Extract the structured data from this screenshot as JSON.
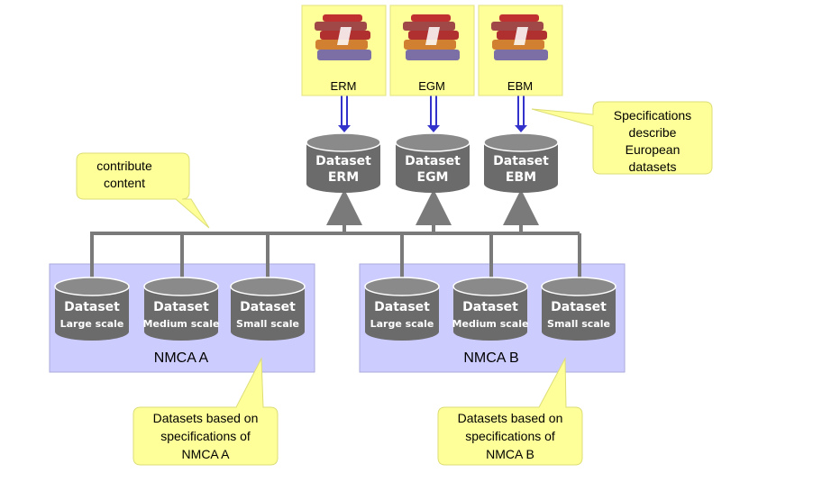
{
  "specifications": [
    {
      "id": "erm",
      "label": "ERM"
    },
    {
      "id": "egm",
      "label": "EGM"
    },
    {
      "id": "ebm",
      "label": "EBM"
    }
  ],
  "european_datasets": [
    {
      "line1": "Dataset",
      "line2": "ERM"
    },
    {
      "line1": "Dataset",
      "line2": "EGM"
    },
    {
      "line1": "Dataset",
      "line2": "EBM"
    }
  ],
  "nmca_a": {
    "label": "NMCA A",
    "datasets": [
      {
        "line1": "Dataset",
        "line2": "Large scale"
      },
      {
        "line1": "Dataset",
        "line2": "Medium scale"
      },
      {
        "line1": "Dataset",
        "line2": "Small scale"
      }
    ]
  },
  "nmca_b": {
    "label": "NMCA B",
    "datasets": [
      {
        "line1": "Dataset",
        "line2": "Large scale"
      },
      {
        "line1": "Dataset",
        "line2": "Medium scale"
      },
      {
        "line1": "Dataset",
        "line2": "Small scale"
      }
    ]
  },
  "callouts": {
    "contribute": [
      "contribute",
      "content"
    ],
    "specifications": [
      "Specifications",
      "describe",
      "European",
      "datasets"
    ],
    "nmca_a": [
      "Datasets based on",
      "specifications of",
      "NMCA A"
    ],
    "nmca_b": [
      "Datasets based on",
      "specifications of",
      "NMCA B"
    ]
  },
  "colors": {
    "spec_box": "#ffff99",
    "cylinder": "#6b6b6b",
    "cylinder_top": "#8a8a8a",
    "connector": "#7a7a7a",
    "arrow_blue": "#3333cc",
    "nmca_panel": "#ccccff",
    "callout": "#ffff99"
  }
}
